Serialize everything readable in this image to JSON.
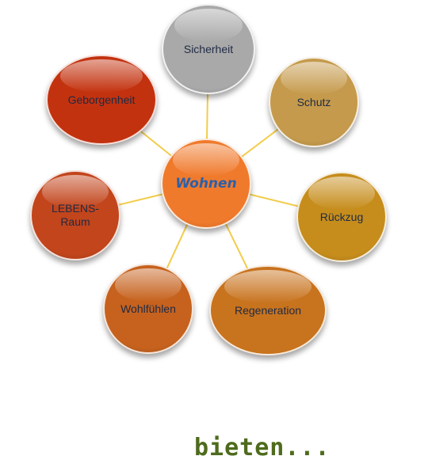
{
  "diagram": {
    "center": {
      "label": "Wohnen",
      "color": "#f07a2c"
    },
    "nodes": [
      {
        "id": "sicherheit",
        "label": "Sicherheit",
        "color": "#a9a9a9"
      },
      {
        "id": "schutz",
        "label": "Schutz",
        "color": "#c59a4c"
      },
      {
        "id": "rueckzug",
        "label": "Rückzug",
        "color": "#c68d1c"
      },
      {
        "id": "regeneration",
        "label": "Regeneration",
        "color": "#c8731e"
      },
      {
        "id": "wohlfuehlen",
        "label": "Wohlfühlen",
        "color": "#c6621e"
      },
      {
        "id": "lebensraum",
        "label": "LEBENS-\nRaum",
        "color": "#c2451c"
      },
      {
        "id": "geborgenheit",
        "label": "Geborgenheit",
        "color": "#c3320f"
      }
    ],
    "connector_color": "#f2cc4a"
  },
  "footer": {
    "text": "bieten..."
  }
}
